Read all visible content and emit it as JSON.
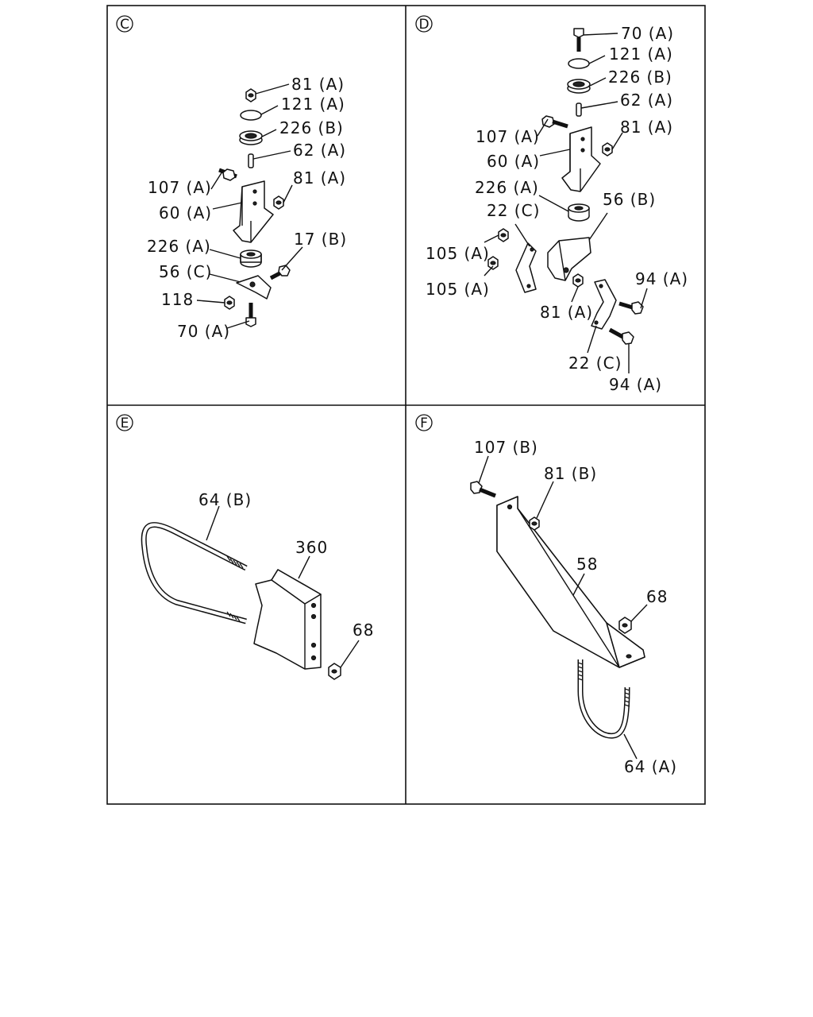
{
  "panels": [
    {
      "id": "C",
      "labels": [
        "81 (A)",
        "121 (A)",
        "226 (B)",
        "62 (A)",
        "107 (A)",
        "81 (A)",
        "60 (A)",
        "226 (A)",
        "17 (B)",
        "56 (C)",
        "118",
        "70 (A)"
      ]
    },
    {
      "id": "D",
      "labels": [
        "70 (A)",
        "121 (A)",
        "226 (B)",
        "62 (A)",
        "107 (A)",
        "81 (A)",
        "60 (A)",
        "226 (A)",
        "56 (B)",
        "22 (C)",
        "105 (A)",
        "105 (A)",
        "81 (A)",
        "94 (A)",
        "22 (C)",
        "94 (A)"
      ]
    },
    {
      "id": "E",
      "labels": [
        "64 (B)",
        "360",
        "68"
      ]
    },
    {
      "id": "F",
      "labels": [
        "107 (B)",
        "81 (B)",
        "58",
        "68",
        "64 (A)"
      ]
    }
  ]
}
